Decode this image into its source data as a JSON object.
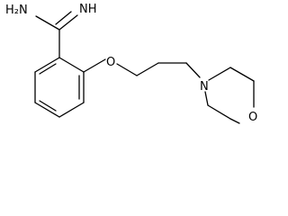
{
  "molecule": {
    "atoms": {
      "amine": "H₂N",
      "imine": "NH",
      "ether_oxygen": "O",
      "morpholine_nitrogen": "N",
      "morpholine_oxygen": "O"
    },
    "colors": {
      "bond": "#000000",
      "label": "#000000",
      "background": "#ffffff"
    }
  }
}
